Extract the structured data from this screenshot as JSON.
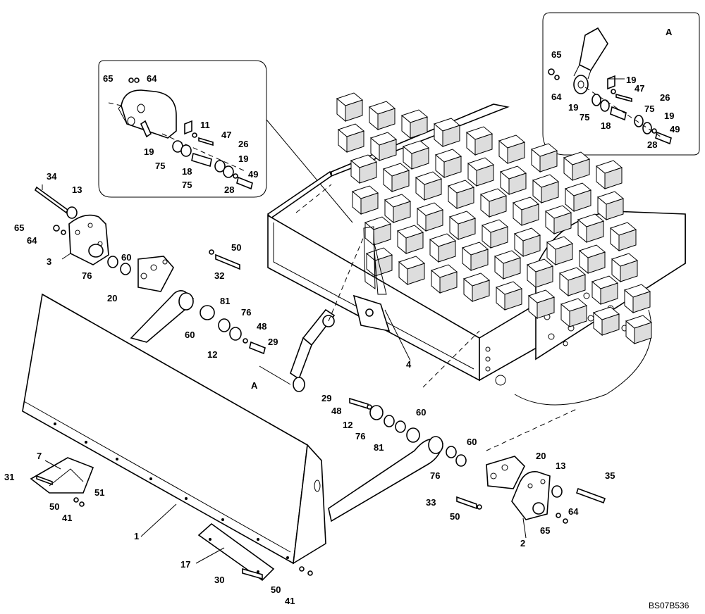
{
  "drawing_id": "BS07B536",
  "detail_label": "A",
  "arrow_label": "A",
  "callouts": {
    "c1": "1",
    "c2": "2",
    "c3": "3",
    "c4": "4",
    "c7": "7",
    "c12a": "12",
    "c12b": "12",
    "c13a": "13",
    "c13b": "13",
    "c17": "17",
    "c18a": "18",
    "c18b": "18",
    "c19a": "19",
    "c19b": "19",
    "c19c": "19",
    "c19d": "19",
    "c20a": "20",
    "c20b": "20",
    "c26a": "26",
    "c26b": "26",
    "c28a": "28",
    "c28b": "28",
    "c29a": "29",
    "c29b": "29",
    "c30": "30",
    "c31": "31",
    "c32": "32",
    "c33": "33",
    "c34": "34",
    "c35": "35",
    "c41a": "41",
    "c41b": "41",
    "c47a": "47",
    "c47b": "47",
    "c48a": "48",
    "c48b": "48",
    "c49a": "49",
    "c49b": "49",
    "c50a": "50",
    "c50b": "50",
    "c50c": "50",
    "c50d": "50",
    "c51": "51",
    "c60a": "60",
    "c60b": "60",
    "c60c": "60",
    "c60d": "60",
    "c64a": "64",
    "c64b": "64",
    "c64c": "64",
    "c64d": "64",
    "c65a": "65",
    "c65b": "65",
    "c65c": "65",
    "c65d": "65",
    "c75a": "75",
    "c75b": "75",
    "c75c": "75",
    "c76a": "76",
    "c76b": "76",
    "c76c": "76",
    "c76d": "76",
    "c81a": "81",
    "c81b": "81"
  }
}
